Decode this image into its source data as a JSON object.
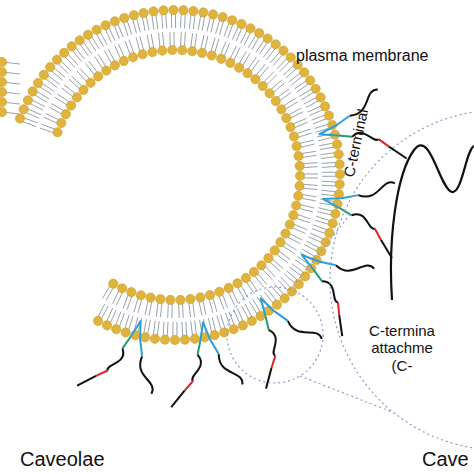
{
  "diagram": {
    "labels": [
      "plasma membrane",
      "C-terminal",
      "C-termina attachme (C-",
      "Caveolae",
      "Cave"
    ]
  }
}
